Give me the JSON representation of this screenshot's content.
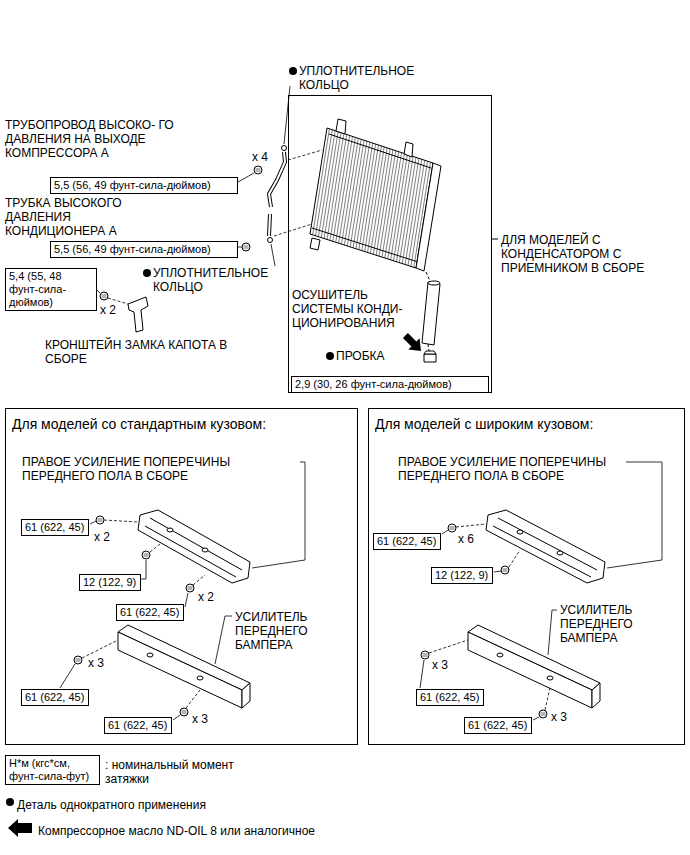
{
  "diagram": {
    "nodes": [
      {
        "text": [
          "5,5 (56, 49 фунт-сила-дюймов)"
        ]
      },
      {
        "text": [
          "5,5 (56, 49 фунт-сила-дюймов)"
        ]
      },
      {
        "text": [
          "5,4 (55, 48 фунт-сила-дюймов)"
        ]
      },
      {
        "text": [
          "ДЛЯ МОДЕЛЕЙ С КОНДЕНСАТОРОМ С ПРИЕМНИКОМ В СБОРЕ"
        ]
      },
      {
        "text": [
          "2,9 (30, 26 фунт-сила-дюймов)"
        ],
        "in": 3
      },
      {
        "text": [
          "Для моделей со стандартным кузовом:"
        ]
      },
      {
        "text": [
          "61 (622, 45)"
        ],
        "in": 5
      },
      {
        "text": [
          "12 (122, 9)"
        ],
        "in": 5
      },
      {
        "text": [
          "61 (622, 45)"
        ],
        "in": 5
      },
      {
        "text": [
          "61 (622, 45)"
        ],
        "in": 5
      },
      {
        "text": [
          "61 (622, 45)"
        ],
        "in": 5
      },
      {
        "text": [
          "Для моделей с широким кузовом:"
        ]
      },
      {
        "text": [
          "61 (622, 45)"
        ],
        "in": 11
      },
      {
        "text": [
          "12 (122, 9)"
        ],
        "in": 11
      },
      {
        "text": [
          "61 (622, 45)"
        ],
        "in": 11
      },
      {
        "text": [
          "61 (622, 45)"
        ],
        "in": 11
      },
      {
        "text": [
          "Н*м (кгс*см, фунт-сила-фут)"
        ]
      }
    ],
    "labels": [
      "УПЛОТНИТЕЛЬНОЕ КОЛЬЦО",
      "ТРУБОПРОВОД ВЫСОКО- ГО ДАВЛЕНИЯ НА ВЫХОДЕ КОМПРЕССОРА А",
      "x 4",
      "ТРУБКА ВЫСОКОГО ДАВЛЕНИЯ КОНДИЦИОНЕРА А",
      "УПЛОТНИТЕЛЬНОЕ КОЛЬЦО",
      "x 2",
      "КРОНШТЕЙН ЗАМКА КАПОТА В СБОРЕ",
      "ОСУШИТЕЛЬ СИСТЕМЫ КОНДИ- ЦИОНИРОВАНИЯ",
      "ПРОБКА",
      "ПРАВОЕ УСИЛЕНИЕ ПОПЕРЕЧИНЫ ПЕРЕДНЕГО ПОЛА В СБОРЕ",
      "x 2",
      "x 2",
      "УСИЛИТЕЛЬ ПЕРЕДНЕГО БАМПЕРА",
      "x 3",
      "x 3",
      "ПРАВОЕ УСИЛЕНИЕ ПОПЕРЕЧИНЫ ПЕРЕДНЕГО ПОЛА В СБОРЕ",
      "x 6",
      "УСИЛИТЕЛЬ ПЕРЕДНЕГО БАМПЕРА",
      "x 3",
      "x 3",
      ": номинальный момент затяжки"
    ],
    "legend": [
      {
        "text": "Деталь однократного применения"
      },
      {
        "text": "Компрессорное масло ND-OIL 8 или аналогичное"
      }
    ]
  }
}
